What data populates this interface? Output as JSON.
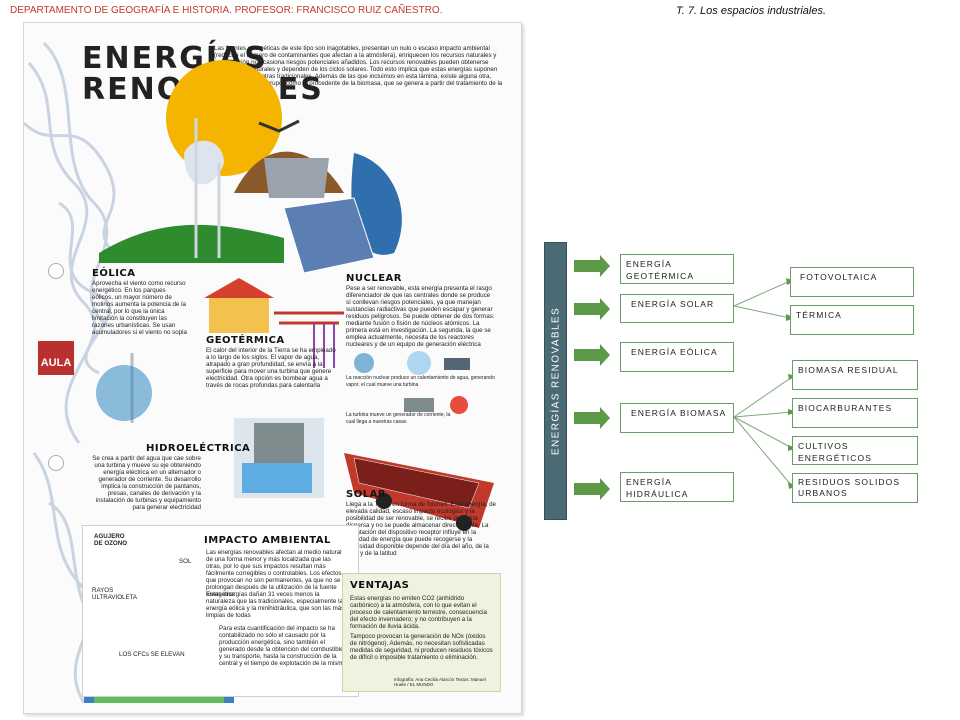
{
  "header": {
    "left": "DEPARTAMENTO DE GEOGRAFÍA E HISTORIA. PROFESOR: FRANCISCO RUIZ CAÑESTRO.",
    "right": "T. 7. Los espacios industriales."
  },
  "clipping": {
    "title_line1": "ENERGÍAS",
    "title_line2": "RENOVABLES",
    "intro": "Las fuentes energéticas de este tipo son inagotables, presentan un nulo o escaso impacto ambiental (reducen el número de contaminantes que afectan a la atmósfera), enriquecen los recursos naturales y su utilización no ocasiona riesgos potenciales añadidos. Los recursos renovables pueden obtenerse según ciclos naturales y dependen de los ciclos solares. Todo esto implica que estas energías suponen una alternativa a otras tradicionales. Además de las que incluimos en esta lámina, existe alguna otra, englobada en este grupo, como la procedente de la biomasa, que se genera a partir del tratamiento de la materia orgánica.",
    "eolica_title": "EÓLICA",
    "eolica_text": "Aprovecha el viento como recurso energético. En los parques eólicos, un mayor número de molinos aumenta la potencia de la central, por lo que la única limitación la constituyen las razones urbanísticas. Se usan acumuladores si el viento no sopla",
    "aula": "AULA",
    "nuclear_title": "NUCLEAR",
    "nuclear_text": "Pese a ser renovable, esta energía presenta el rasgo diferenciador de que las centrales donde se produce sí conllevan riesgos potenciales, ya que manejan sustancias radiactivas que pueden escapar y generar residuos peligrosos. Se puede obtener de dos formas: mediante fusión o fisión de núcleos atómicos. La primera está en investigación. La segunda, la que se emplea actualmente, necesita de los reactores nucleares y de un equipo de generación eléctrica",
    "nuclear_caption1": "La reacción nuclear produce un calentamiento de agua, generando vapor, el cual mueve una turbina",
    "nuclear_caption2": "La turbina mueve un generador de corriente, la cual llega a nuestras casas",
    "geotermica_title": "GEOTÉRMICA",
    "geotermica_text": "El calor del interior de la Tierra se ha empleado a lo largo de los siglos. El vapor de agua, atrapado a gran profundidad, se envía a la superficie para mover una turbina que genere electricidad. Otra opción es bombear agua a través de rocas profundas para calentarla",
    "hidro_title": "HIDROELÉCTRICA",
    "hidro_text": "Se crea a partir del agua que cae sobre una turbina y mueve su eje obteniendo energía eléctrica en un alternador o generador de corriente. Su desarrollo implica la construcción de pantanos, presas, canales de derivación y la instalación de turbinas y equipamiento para generar electricidad",
    "solar_title": "SOLAR",
    "solar_text": "Llega a la Tierra en forma de fotones. Esta energía, de elevada calidad, escaso impacto ecológico y la posibilidad de ser renovable, se recibe de forma dispersa y no se puede almacenar directamente. La orientación del dispositivo receptor influye en la cantidad de energía que puede recogerse y la intensidad disponible depende del día del año, de la hora y de la latitud",
    "ozono_label": "AGUJERO DE OZONO",
    "sol_label": "SOL",
    "rayos_label": "RAYOS ULTRAVIOLETA",
    "cfcs_label": "LOS CFCs SE ELEVAN",
    "impacto_title": "IMPACTO AMBIENTAL",
    "impacto_text1": "Las energías renovables afectan al medio natural de una forma menor y más localizada que las otras, por lo que sus impactos resultan más fácilmente corregibles o controlables. Los efectos que provocan no son permanentes, ya que no se prolongan después de la utilización de la fuente energética",
    "impacto_text2": "Estas energías dañan 31 veces menos la naturaleza que las tradicionales, especialmente la energía eólica y la minihidráulica, que son las más limpias de todas",
    "impacto_text3": "Para esta cuantificación del impacto se ha contabilizado no sólo el causado por la producción energética, sino también el generado desde la obtención del combustible y su transporte, hasta la construcción de la central y el tiempo de explotación de la misma",
    "ventajas_title": "VENTAJAS",
    "ventajas_text1": "Estas energías no emiten CO2 (anhídrido carbónico) a la atmósfera, con lo que evitan el proceso de calentamiento terrestre, consecuencia del efecto invernadero; y no contribuyen a la formación de lluvia ácida.",
    "ventajas_text2": "Tampoco provocan la generación de NOx (óxidos de nitrógeno). Además, no necesitan sofisticadas medidas de seguridad, ni producen residuos tóxicos de difícil o imposible tratamiento o eliminación.",
    "credits": "Infografía: Ana Cecilia Alarcón  Textos: Manuel Huete / EL MUNDO"
  },
  "diagram": {
    "root": "ENERGÍAS RENOVABLES",
    "types": [
      "ENERGÍA GEOTÉRMICA",
      "ENERGÍA SOLAR",
      "ENERGÍA EÓLICA",
      "ENERGÍA BIOMASA",
      "ENERGÍA HIDRÁULICA"
    ],
    "solar_sub": [
      "FOTOVOLTAICA",
      "TÉRMICA"
    ],
    "biomasa_sub": [
      "BIOMASA RESIDUAL",
      "BIOCARBURANTES",
      "CULTIVOS ENERGÉTICOS",
      "RESIDUOS SOLIDOS URBANOS"
    ],
    "colors": {
      "bar": "#4a6b74",
      "arrow": "#5c9a47",
      "border": "#6d9b6a"
    }
  }
}
